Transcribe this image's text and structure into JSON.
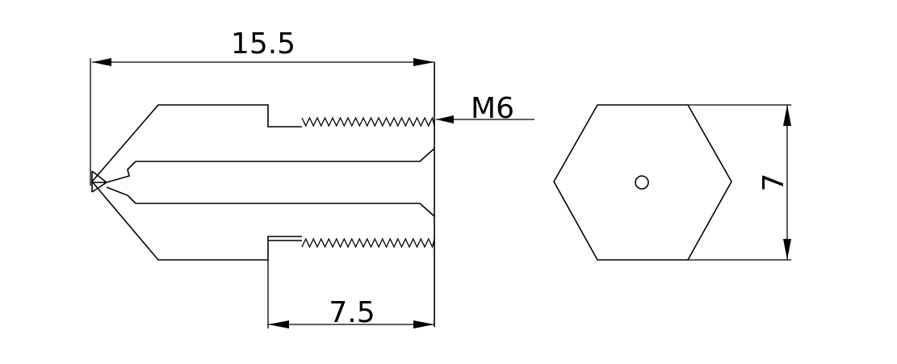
{
  "dimensions": {
    "overall_length": "15.5",
    "thread_length": "7.5",
    "thread_size": "M6",
    "hex_size": "7"
  }
}
